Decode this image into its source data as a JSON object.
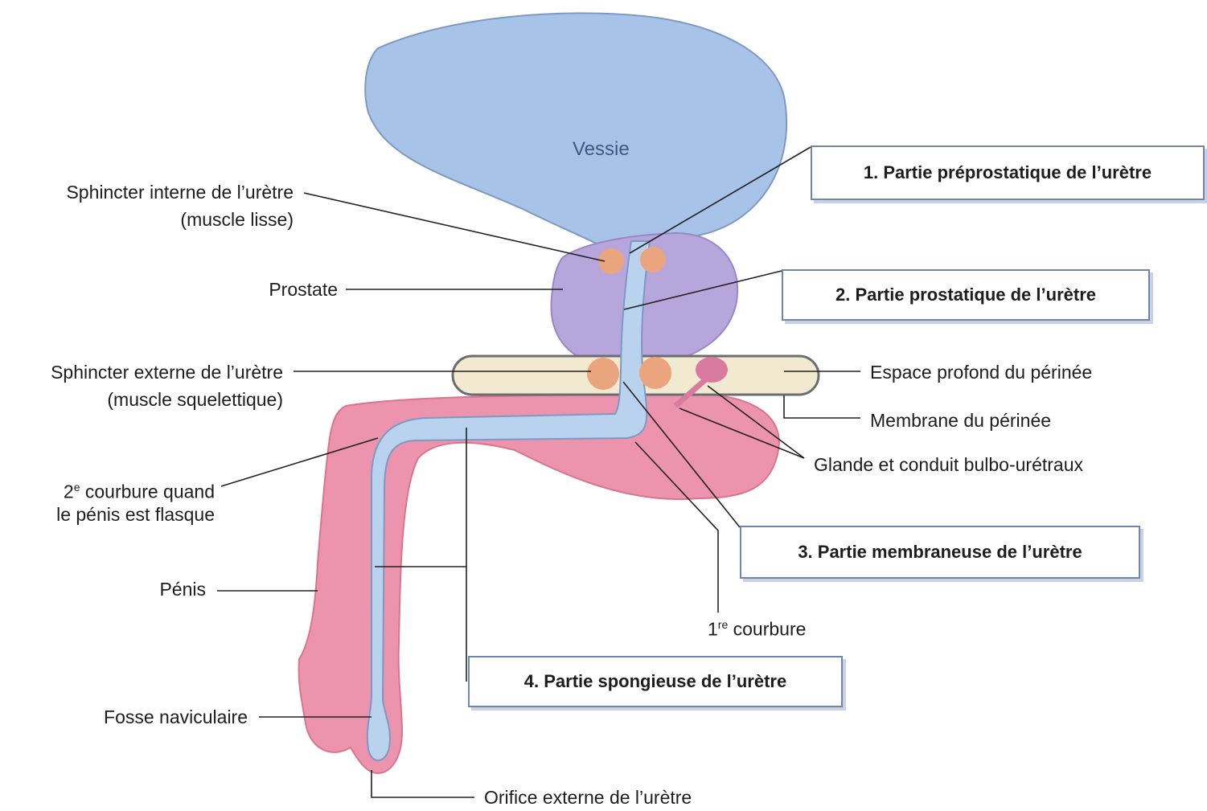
{
  "organ": {
    "bladder": "Vessie"
  },
  "labels": {
    "int_sphincter_1": "Sphincter interne de l’urètre",
    "int_sphincter_2": "(muscle lisse)",
    "prostate": "Prostate",
    "ext_sphincter_1": "Sphincter externe de l’urètre",
    "ext_sphincter_2": "(muscle squelettique)",
    "second_curve_num": "2",
    "second_curve_sup": "e",
    "second_curve_1_rest": " courbure quand",
    "second_curve_2": "le pénis est flasque",
    "penis": "Pénis",
    "fossa": "Fosse naviculaire",
    "ext_orifice": "Orifice externe de l’urètre",
    "deep_space": "Espace profond du périnée",
    "membrane": "Membrane du périnée",
    "bulbo_gland": "Glande et conduit bulbo-urétraux",
    "first_curve_num": "1",
    "first_curve_sup": "re",
    "first_curve_rest": " courbure"
  },
  "boxes": {
    "part1": "1. Partie préprostatique de l’urètre",
    "part2": "2. Partie prostatique de l’urètre",
    "part3": "3. Partie membraneuse de l’urètre",
    "part4": "4. Partie spongieuse de l’urètre"
  },
  "colors": {
    "bladder_fill": "#a7c4e8",
    "urethra_fill": "#b9d3ef",
    "prostate_fill": "#b6a6dc",
    "penis_fill": "#ec93ad",
    "sphincter_fill": "#eba57e",
    "perineum_fill": "#f1ead0",
    "box_border": "#6f86aa"
  }
}
